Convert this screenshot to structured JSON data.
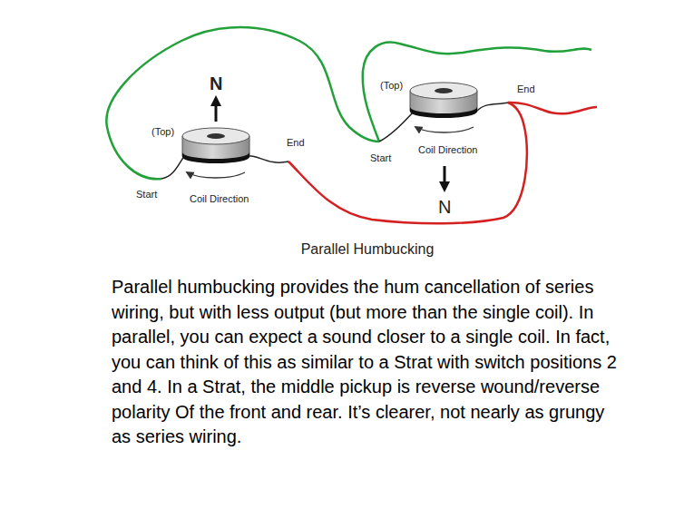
{
  "diagram": {
    "title": "Parallel Humbucking",
    "caption": "Parallel humbucking provides the hum cancellation of series wiring, but with less output (but more than the single coil). In parallel, you can expect a sound closer to a single coil. In fact, you can think of this as similar to a Strat with switch positions 2 and 4. In a Strat, the middle pickup is reverse wound/reverse polarity Of the front and rear. It’s clearer, not nearly as grungy as series wiring.",
    "labels": [
      "N",
      "(Top)",
      "(Top)",
      "End",
      "End",
      "Start",
      "Coil Direction",
      "Start",
      "Coil Direction",
      "N"
    ]
  }
}
